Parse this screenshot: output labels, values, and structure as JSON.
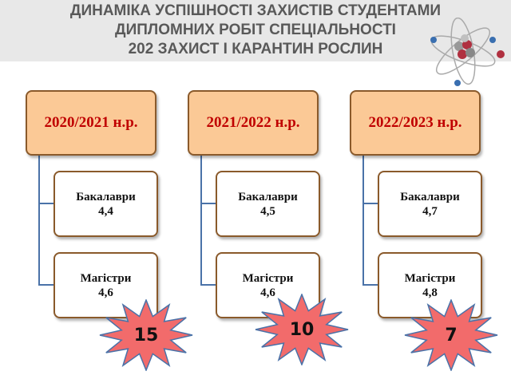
{
  "title": {
    "line1": "ДИНАМІКА УСПІШНОСТІ ЗАХИСТІВ СТУДЕНТАМИ",
    "line2": "ДИПЛОМНИХ РОБІТ СПЕЦІАЛЬНОСТІ",
    "line3": "202 ЗАХИСТ І КАРАНТИН РОСЛИН"
  },
  "columns": [
    {
      "year": "2020/2021 н.р.",
      "bachelors_label": "Бакалаври",
      "bachelors_value": "4,4",
      "masters_label": "Магістри",
      "masters_value": "4,6",
      "count": "15"
    },
    {
      "year": "2021/2022 н.р.",
      "bachelors_label": "Бакалаври",
      "bachelors_value": "4,5",
      "masters_label": "Магістри",
      "masters_value": "4,6",
      "count": "10"
    },
    {
      "year": "2022/2023 н.р.",
      "bachelors_label": "Бакалаври",
      "bachelors_value": "4,7",
      "masters_label": "Магістри",
      "masters_value": "4,8",
      "count": "7"
    }
  ],
  "colors": {
    "header_fill": "#fbc996",
    "year_text": "#c00000",
    "star_fill": "#f26b6b",
    "connector": "#4a72a8"
  }
}
